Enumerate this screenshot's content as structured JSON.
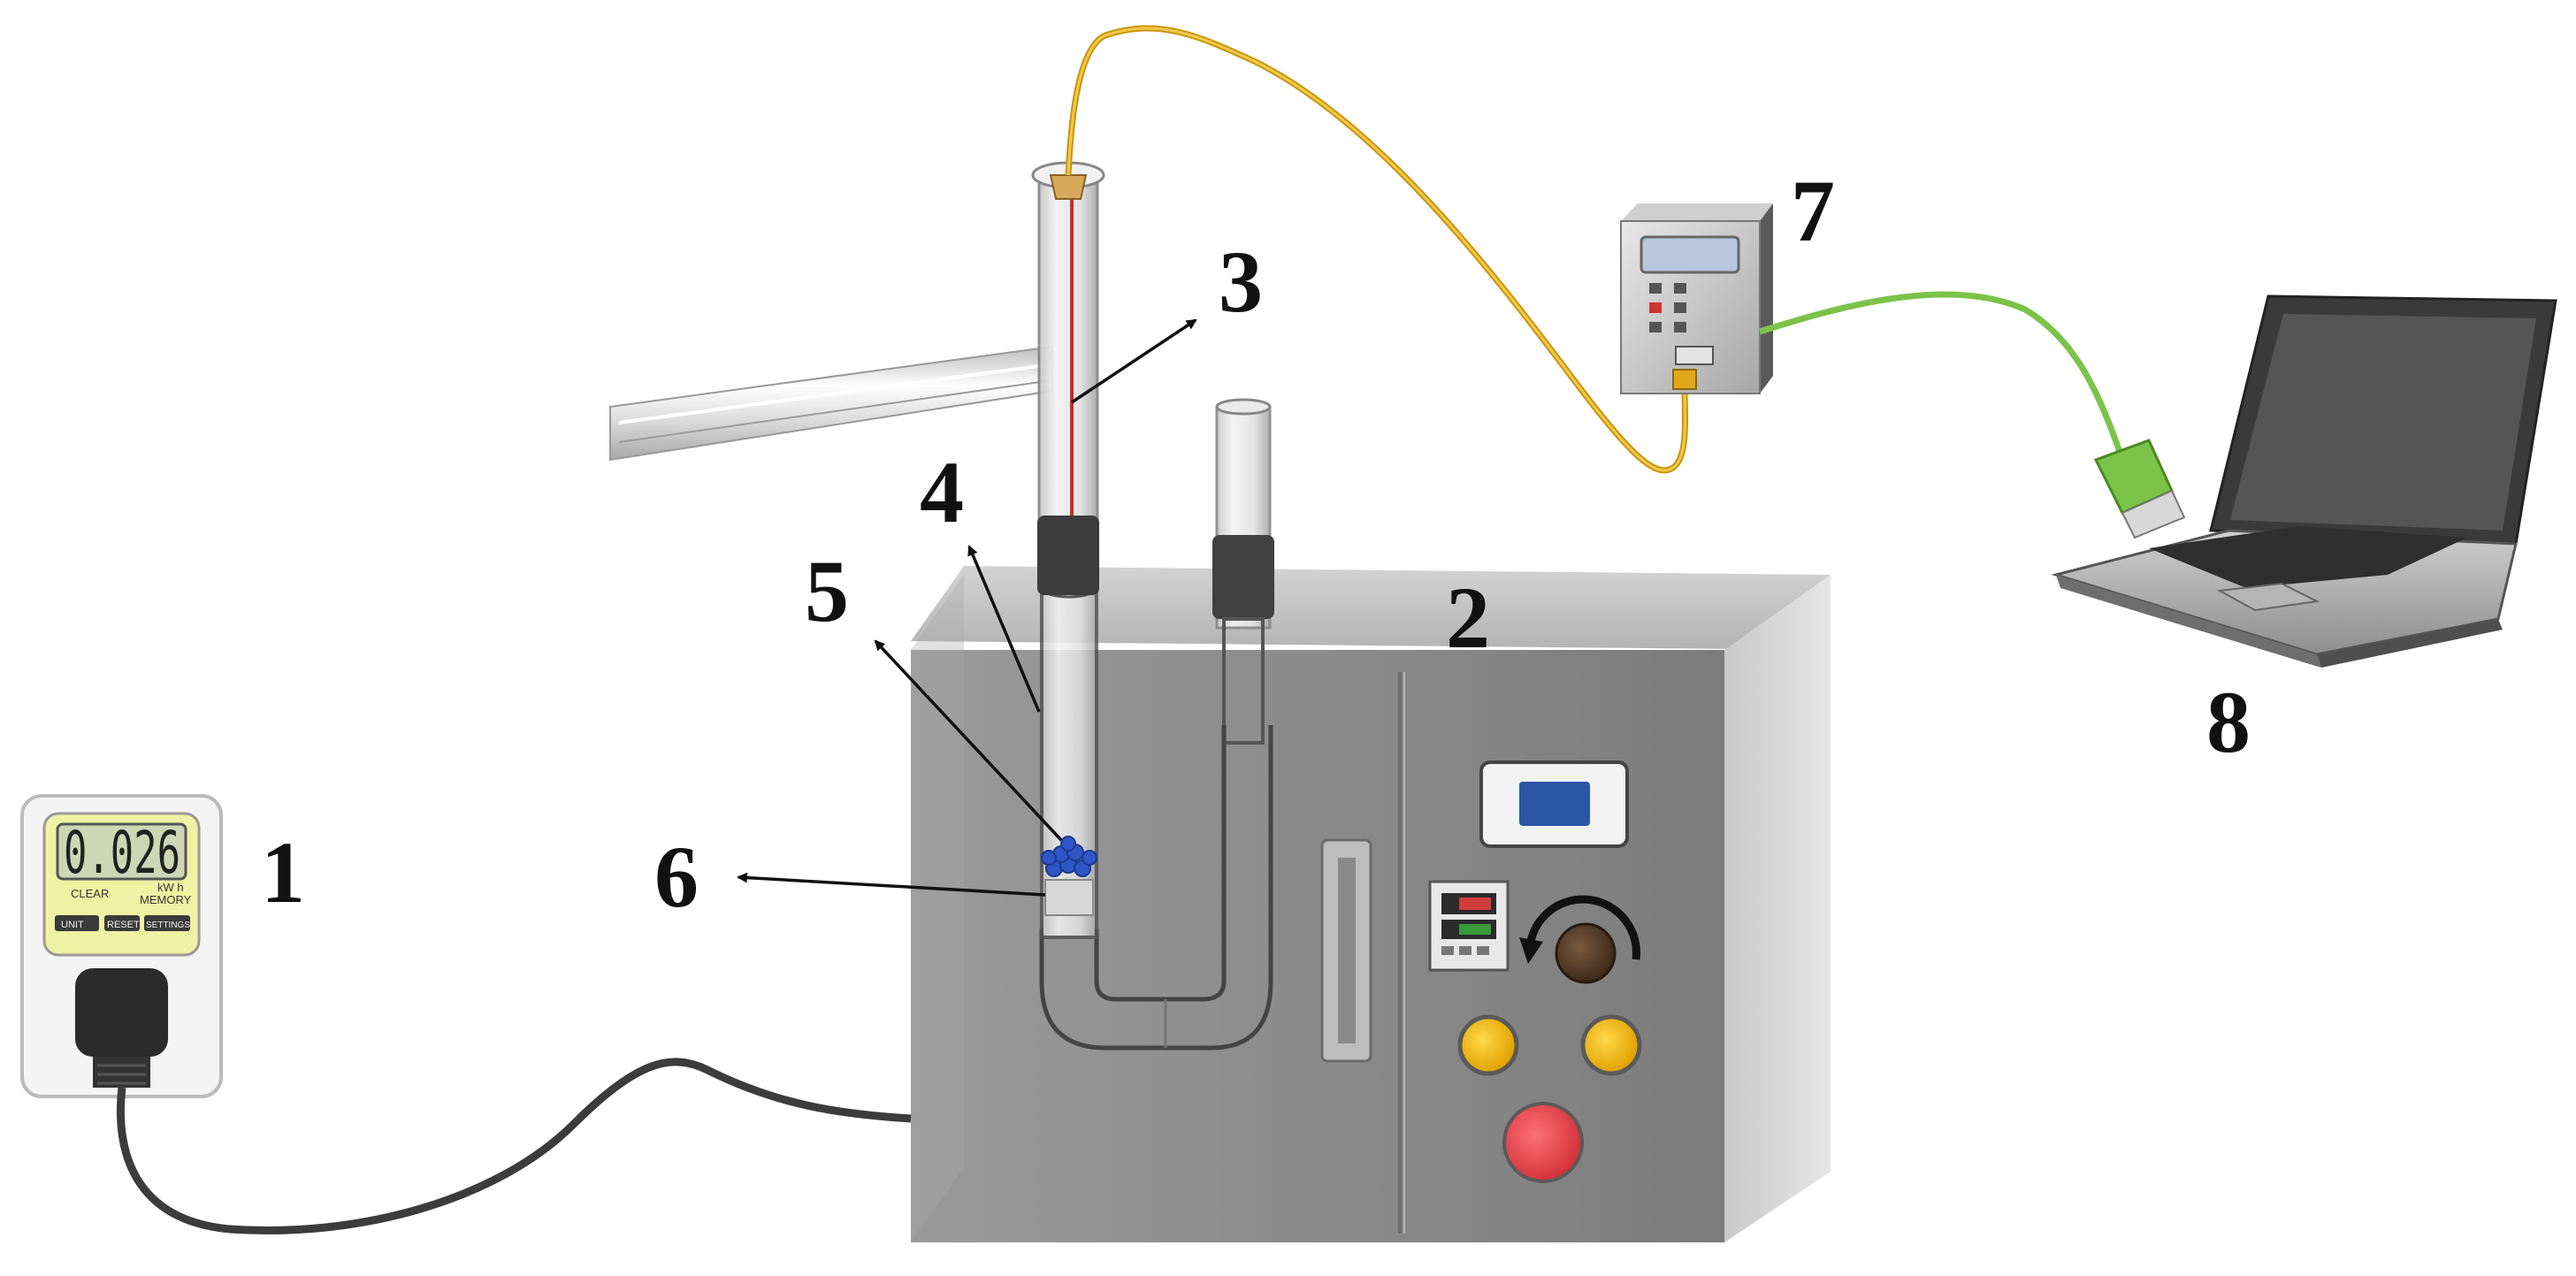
{
  "diagram": {
    "labels": {
      "power_meter": "1",
      "furnace": "2",
      "thermocouple": "3",
      "reactor_tube": "4",
      "sample": "5",
      "support": "6",
      "data_logger": "7",
      "laptop": "8"
    },
    "power_meter": {
      "display": "0.026",
      "unit": "kW h",
      "clear_label": "CLEAR",
      "memory_label": "MEMORY",
      "button_1": "UNIT",
      "button_2": "RESET",
      "button_3": "SETTINGS"
    },
    "colors": {
      "furnace_body": "#8d8d8d",
      "thermocouple_wire": "#d6a21a",
      "usb_cable": "#7cc34a",
      "sample_beads": "#2f56c7",
      "meter_face": "#eef2a3",
      "stop_button": "#e8454d",
      "indicator_lamps": "#f4b400"
    }
  }
}
